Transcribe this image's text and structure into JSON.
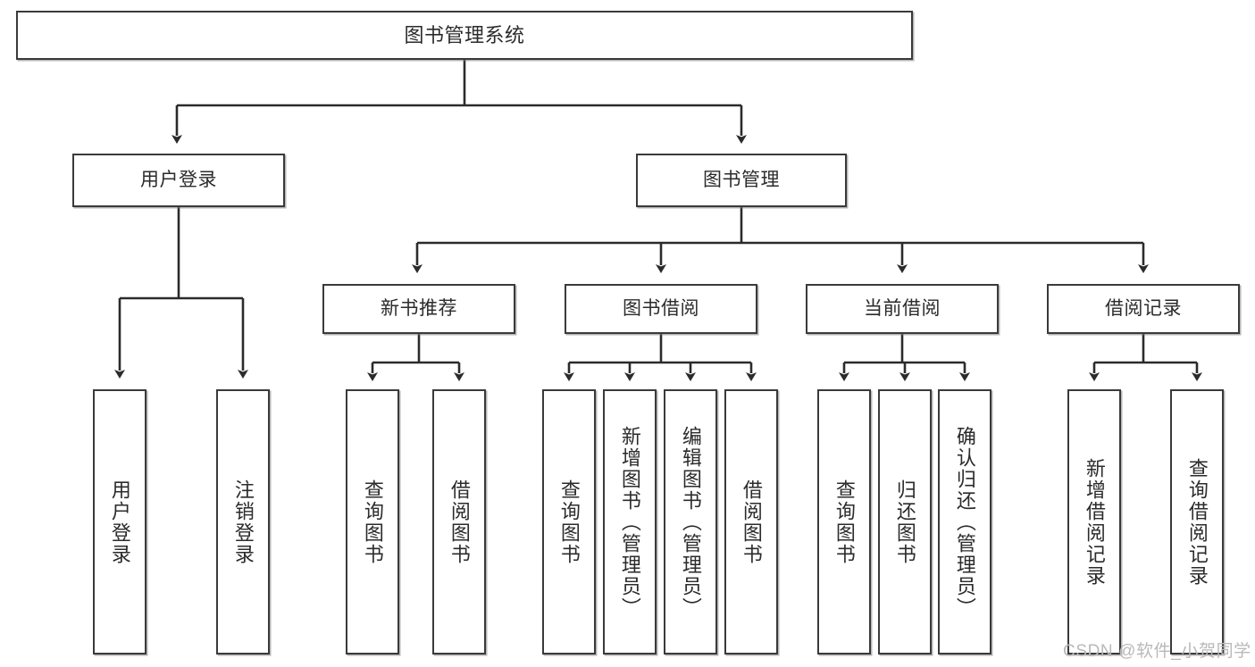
{
  "diagram": {
    "title": "图书管理系统",
    "type": "tree-hierarchy-diagram",
    "colors": {
      "box_border": "#3a3a3a",
      "box_fill": "#ffffff",
      "edge": "#2b2b2b",
      "text": "#2b2b2b",
      "watermark": "#b9b9b9",
      "background": "#ffffff"
    },
    "nodes": {
      "root": {
        "label": "图书管理系统"
      },
      "level2": [
        {
          "label": "用户登录"
        },
        {
          "label": "图书管理"
        }
      ],
      "level3": [
        {
          "label": "新书推荐"
        },
        {
          "label": "图书借阅"
        },
        {
          "label": "当前借阅"
        },
        {
          "label": "借阅记录"
        }
      ],
      "leaves": {
        "user_login": [
          {
            "label": "用户登录"
          },
          {
            "label": "注销登录"
          }
        ],
        "new_book_recommend": [
          {
            "label": "查询图书"
          },
          {
            "label": "借阅图书"
          }
        ],
        "book_borrow": [
          {
            "label": "查询图书"
          },
          {
            "label": "新增图书（管理员）"
          },
          {
            "label": "编辑图书（管理员）"
          },
          {
            "label": "借阅图书"
          }
        ],
        "current_borrow": [
          {
            "label": "查询图书"
          },
          {
            "label": "归还图书"
          },
          {
            "label": "确认归还（管理员）"
          }
        ],
        "borrow_record": [
          {
            "label": "新增借阅记录"
          },
          {
            "label": "查询借阅记录"
          }
        ]
      }
    },
    "watermark": "CSDN @软件_小贺同学"
  }
}
